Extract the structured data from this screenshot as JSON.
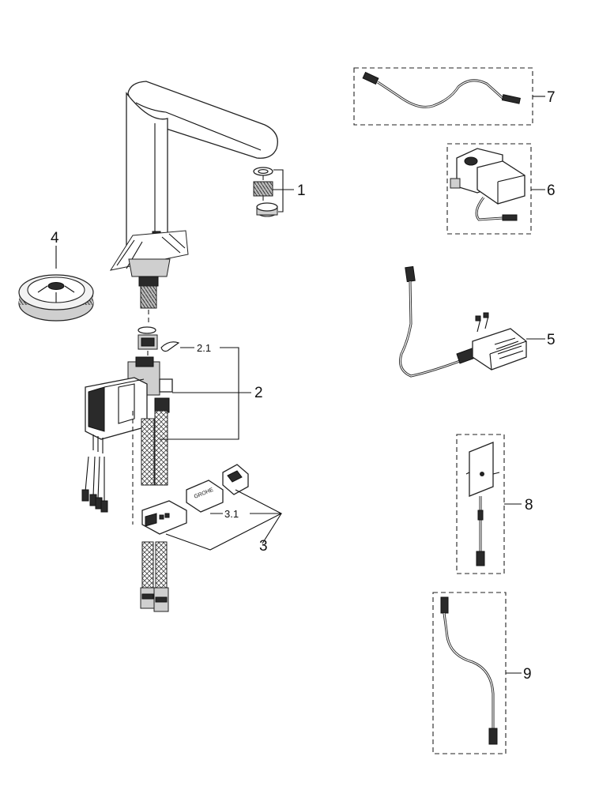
{
  "callouts": {
    "c1": "1",
    "c2": "2",
    "c2_1": "2.1",
    "c3": "3",
    "c3_1": "3.1",
    "c4": "4",
    "c5": "5",
    "c6": "6",
    "c7": "7",
    "c8": "8",
    "c9": "9"
  },
  "module_label": "GROHE"
}
